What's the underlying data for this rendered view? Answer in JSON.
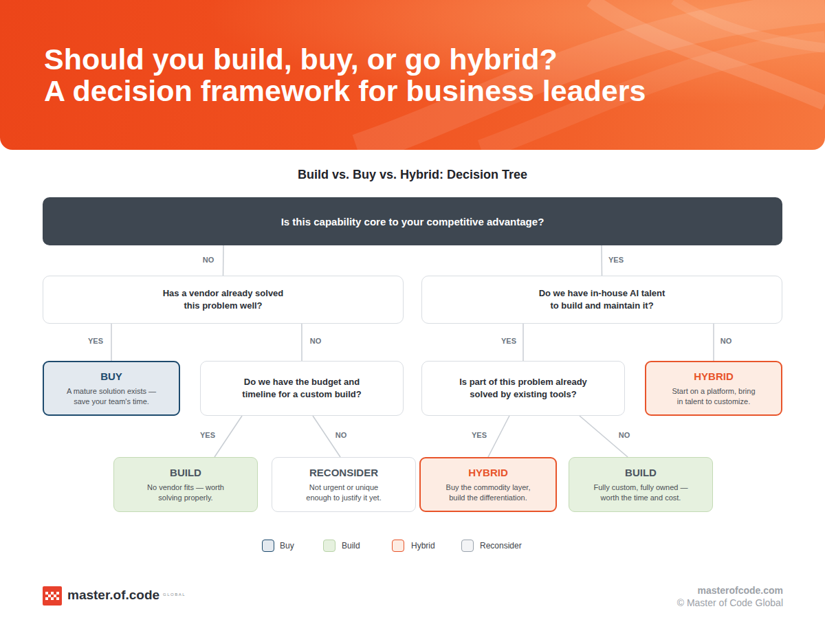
{
  "diagram": {
    "title": "Should you build, buy, or go hybrid?",
    "nodes": [
      {
        "text": [
          "Is this capability core to your competitive advantage?"
        ]
      },
      {
        "text": [
          "Has a vendor already solved this problem well?"
        ]
      },
      {
        "text": [
          "Do we have in-house AI talent to build and maintain it?"
        ]
      },
      {
        "text": [
          "BUY",
          "A mature solution exists — save your team's time."
        ]
      },
      {
        "text": [
          "Do we have the budget and timeline for a custom build?"
        ]
      },
      {
        "text": [
          "Is part of this problem already solved by existing tools?"
        ]
      },
      {
        "text": [
          "HYBRID",
          "Start on a platform, bring in talent to customize."
        ]
      },
      {
        "text": [
          "BUILD",
          "No vendor fits — worth solving properly."
        ]
      },
      {
        "text": [
          "RECONSIDER",
          "Not urgent or unique enough to justify it yet."
        ]
      },
      {
        "text": [
          "HYBRID",
          "Buy the commodity layer, build the differentiation."
        ]
      },
      {
        "text": [
          "BUILD",
          "Fully custom, fully owned — worth the time and cost."
        ]
      }
    ],
    "edges": [
      {
        "from": 0,
        "to": 1,
        "label": "NO",
        "arrow": "none"
      },
      {
        "from": 0,
        "to": 2,
        "label": "YES",
        "arrow": "none"
      },
      {
        "from": 1,
        "to": 3,
        "label": "YES",
        "arrow": "none"
      },
      {
        "from": 1,
        "to": 4,
        "label": "NO",
        "arrow": "none"
      },
      {
        "from": 2,
        "to": 5,
        "label": "YES",
        "arrow": "none"
      },
      {
        "from": 2,
        "to": 6,
        "label": "NO",
        "arrow": "none"
      },
      {
        "from": 4,
        "to": 7,
        "label": "YES",
        "arrow": "none"
      },
      {
        "from": 4,
        "to": 8,
        "label": "NO",
        "arrow": "none"
      },
      {
        "from": 5,
        "to": 9,
        "label": "YES",
        "arrow": "none"
      },
      {
        "from": 5,
        "to": 10,
        "label": "NO",
        "arrow": "none"
      }
    ],
    "labels": [
      "A decision framework for business leaders",
      "Build vs. Buy vs. Hybrid: Decision Tree",
      "master.of.code",
      "GLOBAL",
      "masterofcode.com",
      "© Master of Code Global"
    ],
    "legend": [
      {
        "text": "Buy",
        "color": "#e3e9ef"
      },
      {
        "text": "Build",
        "color": "#e6f1df"
      },
      {
        "text": "Hybrid",
        "color": "#fdece3"
      },
      {
        "text": "Reconsider",
        "color": "#f3f4f6"
      }
    ]
  }
}
